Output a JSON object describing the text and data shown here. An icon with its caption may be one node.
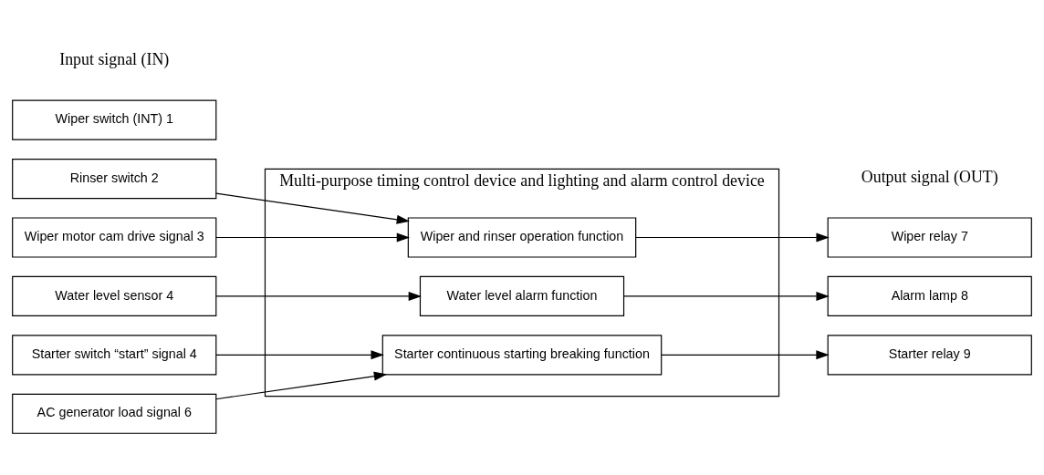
{
  "diagram": {
    "nodes": [
      {
        "text": [
          "Multi-purpose timing control device and lighting and alarm control device"
        ]
      },
      {
        "text": [
          "Wiper and rinser operation function"
        ],
        "in": 0
      },
      {
        "text": [
          "Water level alarm function"
        ],
        "in": 0
      },
      {
        "text": [
          "Starter continuous starting breaking function"
        ],
        "in": 0
      },
      {
        "text": [
          "Wiper switch (INT) 1"
        ]
      },
      {
        "text": [
          "Rinser switch 2"
        ]
      },
      {
        "text": [
          "Wiper motor cam drive signal 3"
        ]
      },
      {
        "text": [
          "Water level sensor 4"
        ]
      },
      {
        "text": [
          "Starter switch “start” signal 4"
        ]
      },
      {
        "text": [
          "AC generator load signal 6"
        ]
      },
      {
        "text": [
          "Wiper relay 7"
        ]
      },
      {
        "text": [
          "Alarm lamp 8"
        ]
      },
      {
        "text": [
          "Starter relay 9"
        ]
      }
    ],
    "edges": [
      {
        "from": 5,
        "to": 1,
        "arrow": "to"
      },
      {
        "from": 6,
        "to": 1,
        "arrow": "to"
      },
      {
        "from": 7,
        "to": 2,
        "arrow": "to"
      },
      {
        "from": 8,
        "to": 3,
        "arrow": "to"
      },
      {
        "from": 9,
        "to": 3,
        "arrow": "to"
      },
      {
        "from": 1,
        "to": 10,
        "arrow": "to"
      },
      {
        "from": 2,
        "to": 11,
        "arrow": "to"
      },
      {
        "from": 3,
        "to": 12,
        "arrow": "to"
      }
    ],
    "labels": [
      "Input signal (IN)",
      "Output signal (OUT)"
    ]
  }
}
